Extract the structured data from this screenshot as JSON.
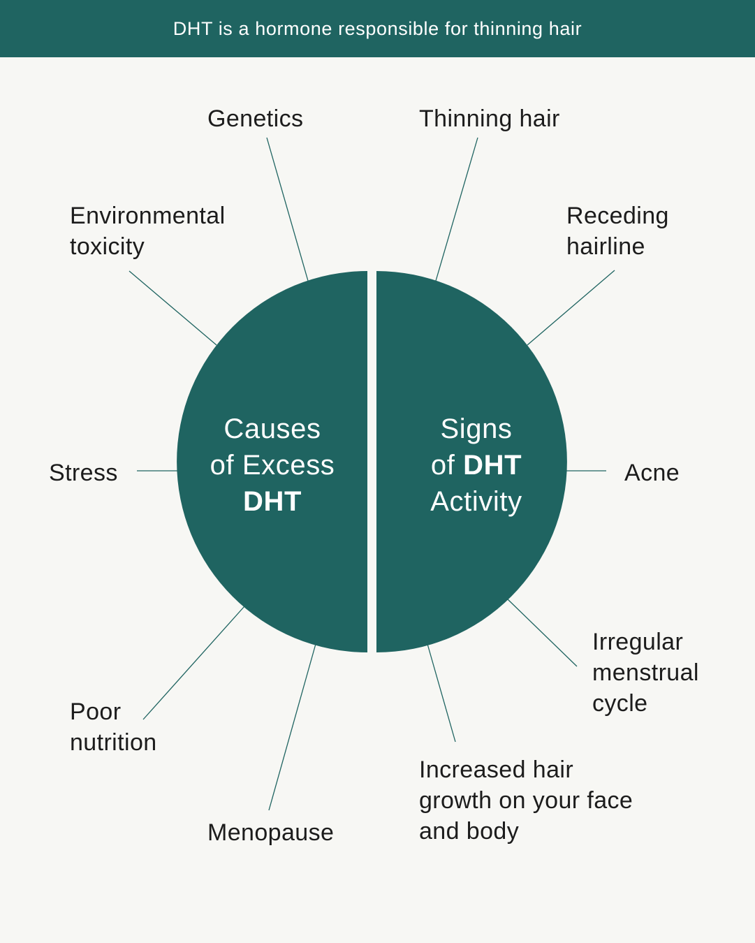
{
  "header": {
    "title": "DHT is a hormone responsible for thinning hair"
  },
  "colors": {
    "primary": "#1f6461",
    "background": "#f7f7f4",
    "line": "#1f6461"
  },
  "left_half": {
    "line1": "Causes",
    "line2_prefix": "of Excess",
    "line3_bold": "DHT"
  },
  "right_half": {
    "line1": "Signs",
    "line2_prefix": "of ",
    "line2_bold": "DHT",
    "line3": "Activity"
  },
  "causes": {
    "genetics": "Genetics",
    "environmental": "Environmental\ntoxicity",
    "stress": "Stress",
    "nutrition": "Poor\nnutrition",
    "menopause": "Menopause"
  },
  "signs": {
    "thinning": "Thinning hair",
    "receding": "Receding\nhairline",
    "acne": "Acne",
    "menstrual": "Irregular\nmenstrual\ncycle",
    "hair_growth": "Increased hair\ngrowth on your face\nand body"
  }
}
